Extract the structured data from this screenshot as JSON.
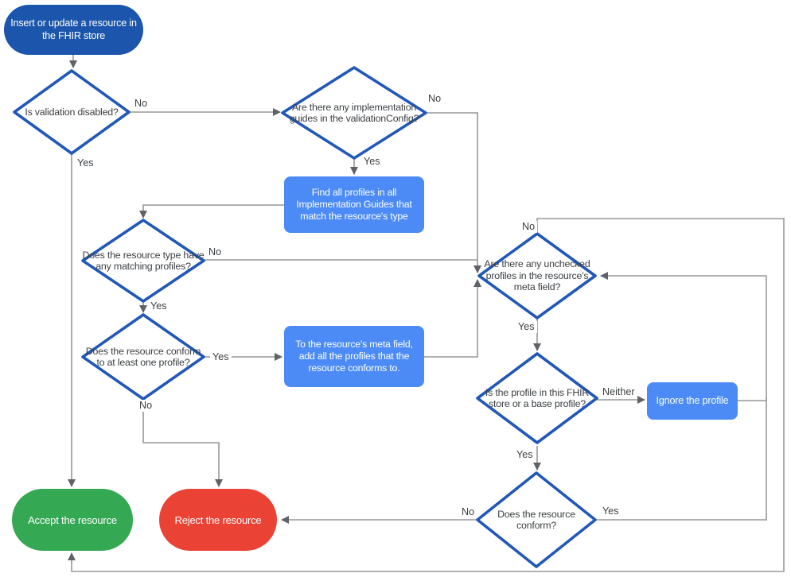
{
  "nodes": {
    "start": {
      "text": "Insert or update a resource in the FHIR store"
    },
    "validation_disabled": {
      "text": "Is validation disabled?"
    },
    "implementation_guides": {
      "text": "Are there any implementation guides in the validationConfig?"
    },
    "find_profiles": {
      "text": "Find all profiles in all Implementation Guides that match the resource's type"
    },
    "matching_profiles": {
      "text": "Does the resource type have any matching profiles?"
    },
    "conforms_at_least_one": {
      "text": "Does the resource conform to at least one profile?"
    },
    "add_profiles_to_meta": {
      "text": "To the resource's meta field, add all the profiles that the resource conforms to."
    },
    "unchecked_profiles": {
      "text": "Are there any unchecked profiles in the resource's meta field?"
    },
    "profile_in_store": {
      "text": "Is the profile in this FHIR store or a base profile?"
    },
    "ignore_profile": {
      "text": "Ignore the profile"
    },
    "resource_conforms": {
      "text": "Does the resource conform?"
    },
    "accept": {
      "text": "Accept the resource"
    },
    "reject": {
      "text": "Reject the resource"
    }
  },
  "edge_labels": {
    "validation_disabled_no": "No",
    "validation_disabled_yes": "Yes",
    "implementation_guides_no": "No",
    "implementation_guides_yes": "Yes",
    "matching_profiles_no": "No",
    "matching_profiles_yes": "Yes",
    "conforms_at_least_one_yes": "Yes",
    "conforms_at_least_one_no": "No",
    "unchecked_profiles_no": "No",
    "unchecked_profiles_yes": "Yes",
    "profile_in_store_neither": "Neither",
    "profile_in_store_yes": "Yes",
    "resource_conforms_no": "No",
    "resource_conforms_yes": "Yes"
  },
  "colors": {
    "start_node": "#1b55ac",
    "process_node": "#4c8bf5",
    "decision_border": "#2158b8",
    "accept_node": "#34a853",
    "reject_node": "#ea4335",
    "connector": "#979797",
    "arrowhead": "#5f6368",
    "text_on_color": "#ffffff",
    "text_dark": "#3c4043"
  }
}
